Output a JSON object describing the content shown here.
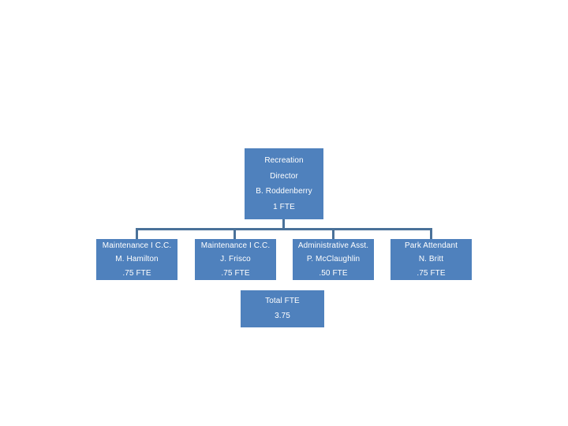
{
  "theme": {
    "box_fill": "#4F81BD",
    "box_text": "#FFFFFF",
    "connector": "#4A7199",
    "background": "#FFFFFF"
  },
  "chart_data": {
    "type": "diagram",
    "diagram_kind": "organization-chart",
    "title": "",
    "root": {
      "lines": [
        "Recreation",
        "Director",
        "B. Roddenberry",
        "1 FTE"
      ],
      "title_line_1": "Recreation",
      "title_line_2": "Director",
      "person": "B. Roddenberry",
      "fte": "1 FTE"
    },
    "children": [
      {
        "lines": [
          "Maintenance I C.C.",
          "M. Hamilton",
          ".75 FTE"
        ],
        "role": "Maintenance I C.C.",
        "person": "M. Hamilton",
        "fte": ".75 FTE",
        "fte_value": 0.75
      },
      {
        "lines": [
          "Maintenance I C.C.",
          "J. Frisco",
          ".75 FTE"
        ],
        "role": "Maintenance I C.C.",
        "person": "J. Frisco",
        "fte": ".75 FTE",
        "fte_value": 0.75
      },
      {
        "lines": [
          "Administrative Asst.",
          "P. McClaughlin",
          ".50 FTE"
        ],
        "role": "Administrative Asst.",
        "person": "P. McClaughlin",
        "fte": ".50 FTE",
        "fte_value": 0.5
      },
      {
        "lines": [
          "Park Attendant",
          "N. Britt",
          ".75 FTE"
        ],
        "role": "Park Attendant",
        "person": "N. Britt",
        "fte": ".75 FTE",
        "fte_value": 0.75
      }
    ],
    "summary": {
      "lines": [
        "Total FTE",
        "3.75"
      ],
      "label": "Total FTE",
      "value": "3.75",
      "value_number": 3.75
    }
  }
}
